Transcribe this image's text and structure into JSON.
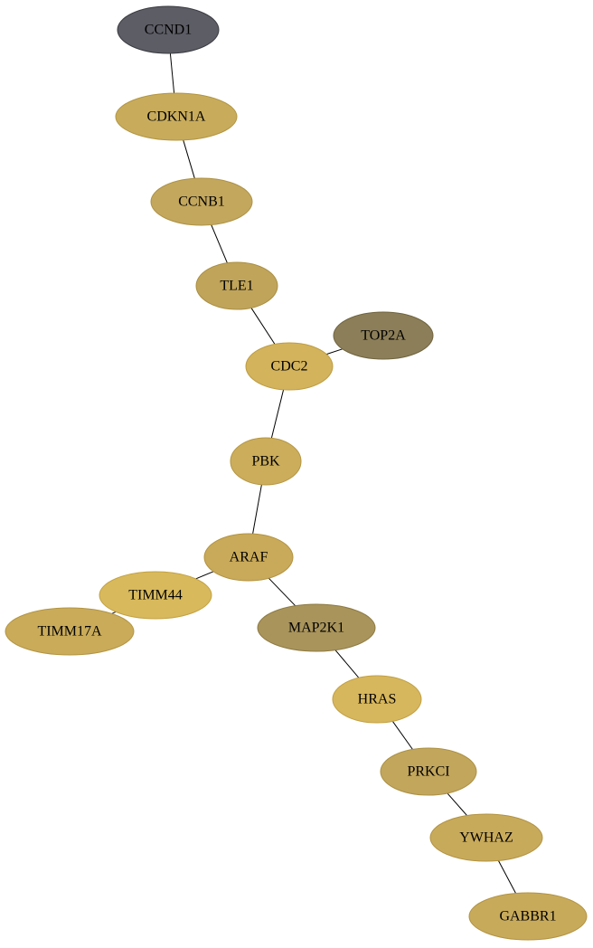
{
  "graph": {
    "nodes": [
      {
        "id": "CCND1",
        "label": "CCND1",
        "fill": "#5d5d66",
        "stroke": "#3a3a42"
      },
      {
        "id": "CDKN1A",
        "label": "CDKN1A",
        "fill": "#c8ac5c",
        "stroke": "#b39540"
      },
      {
        "id": "CCNB1",
        "label": "CCNB1",
        "fill": "#c3a75d",
        "stroke": "#ad9245"
      },
      {
        "id": "TLE1",
        "label": "TLE1",
        "fill": "#c0a45a",
        "stroke": "#aa8f43"
      },
      {
        "id": "TOP2A",
        "label": "TOP2A",
        "fill": "#8c7e58",
        "stroke": "#6f6440"
      },
      {
        "id": "CDC2",
        "label": "CDC2",
        "fill": "#d3b35c",
        "stroke": "#bd9c42"
      },
      {
        "id": "PBK",
        "label": "PBK",
        "fill": "#cbad5b",
        "stroke": "#b59642"
      },
      {
        "id": "ARAF",
        "label": "ARAF",
        "fill": "#c9aa5a",
        "stroke": "#b39341"
      },
      {
        "id": "TIMM44",
        "label": "TIMM44",
        "fill": "#d8b95c",
        "stroke": "#c3a242"
      },
      {
        "id": "TIMM17A",
        "label": "TIMM17A",
        "fill": "#c9ab5a",
        "stroke": "#b39441"
      },
      {
        "id": "MAP2K1",
        "label": "MAP2K1",
        "fill": "#a9945b",
        "stroke": "#8d7a43"
      },
      {
        "id": "HRAS",
        "label": "HRAS",
        "fill": "#d7b75d",
        "stroke": "#c1a043"
      },
      {
        "id": "PRKCI",
        "label": "PRKCI",
        "fill": "#c2a65c",
        "stroke": "#ac9044"
      },
      {
        "id": "YWHAZ",
        "label": "YWHAZ",
        "fill": "#c8aa5b",
        "stroke": "#b29342"
      },
      {
        "id": "GABBR1",
        "label": "GABBR1",
        "fill": "#c8aa5b",
        "stroke": "#b29342"
      }
    ],
    "edges": [
      [
        "CCND1",
        "CDKN1A"
      ],
      [
        "CDKN1A",
        "CCNB1"
      ],
      [
        "CCNB1",
        "TLE1"
      ],
      [
        "TLE1",
        "CDC2"
      ],
      [
        "CDC2",
        "TOP2A"
      ],
      [
        "CDC2",
        "PBK"
      ],
      [
        "PBK",
        "ARAF"
      ],
      [
        "ARAF",
        "TIMM44"
      ],
      [
        "TIMM44",
        "TIMM17A"
      ],
      [
        "ARAF",
        "MAP2K1"
      ],
      [
        "MAP2K1",
        "HRAS"
      ],
      [
        "HRAS",
        "PRKCI"
      ],
      [
        "PRKCI",
        "YWHAZ"
      ],
      [
        "YWHAZ",
        "GABBR1"
      ]
    ]
  }
}
